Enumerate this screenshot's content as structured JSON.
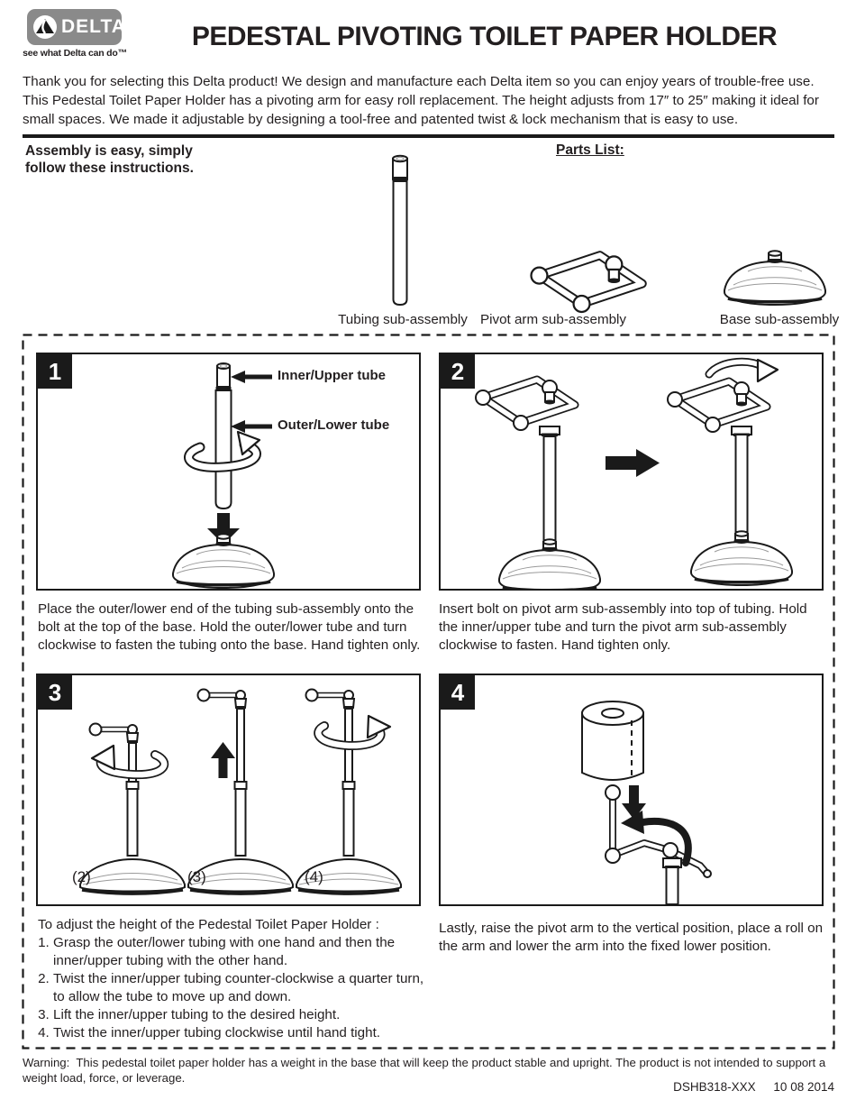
{
  "header": {
    "logo": {
      "brand": "DELTA.",
      "tagline": "see what Delta can do™",
      "bg_color": "#8a8a8a"
    },
    "title": "PEDESTAL PIVOTING TOILET PAPER HOLDER"
  },
  "intro": "Thank you for selecting this Delta product! We design and manufacture each Delta item so you can enjoy years of trouble-free use. This Pedestal Toilet Paper Holder has a pivoting arm for easy roll replacement. The height adjusts from 17″ to 25″ making it ideal for small spaces. We made it adjustable by designing a tool-free and patented twist & lock mechanism that is easy to use.",
  "assembly_note": "Assembly is easy, simply follow these instructions.",
  "parts_list": {
    "heading": "Parts List:",
    "parts": [
      {
        "label": "Tubing sub-assembly"
      },
      {
        "label": "Pivot arm sub-assembly"
      },
      {
        "label": "Base sub-assembly"
      }
    ]
  },
  "steps": [
    {
      "number": "1",
      "figure_labels": {
        "inner_tube": "Inner/Upper tube",
        "outer_tube": "Outer/Lower tube"
      },
      "caption": "Place the outer/lower end of the tubing sub-assembly onto the bolt at the top of the base. Hold the outer/lower tube and turn clockwise to fasten the tubing onto the base. Hand tighten only."
    },
    {
      "number": "2",
      "caption": "Insert bolt on pivot arm sub-assembly into top of tubing. Hold the inner/upper tube and turn the pivot arm sub-assembly clockwise to fasten. Hand tighten only."
    },
    {
      "number": "3",
      "figure_labels": [
        "(2)",
        "(3)",
        "(4)"
      ],
      "caption_intro": "To adjust the height of the Pedestal Toilet Paper Holder :",
      "caption_items": [
        "Grasp the outer/lower tubing with one hand and then the inner/upper tubing with the other hand.",
        "Twist the inner/upper tubing counter-clockwise a quarter turn, to allow the tube to move up and down.",
        "Lift the inner/upper tubing to the desired height.",
        "Twist the inner/upper tubing clockwise until hand tight."
      ]
    },
    {
      "number": "4",
      "caption": "Lastly, raise the pivot arm to the vertical position, place a roll on the arm and lower the arm into the fixed lower position."
    }
  ],
  "warning": "Warning:  This pedestal toilet paper holder has a weight in the base that will keep the product stable and upright. The product is not intended to support a weight load, force, or leverage.",
  "footer": {
    "doc_number": "DSHB318-XXX",
    "date": "10 08 2014"
  }
}
